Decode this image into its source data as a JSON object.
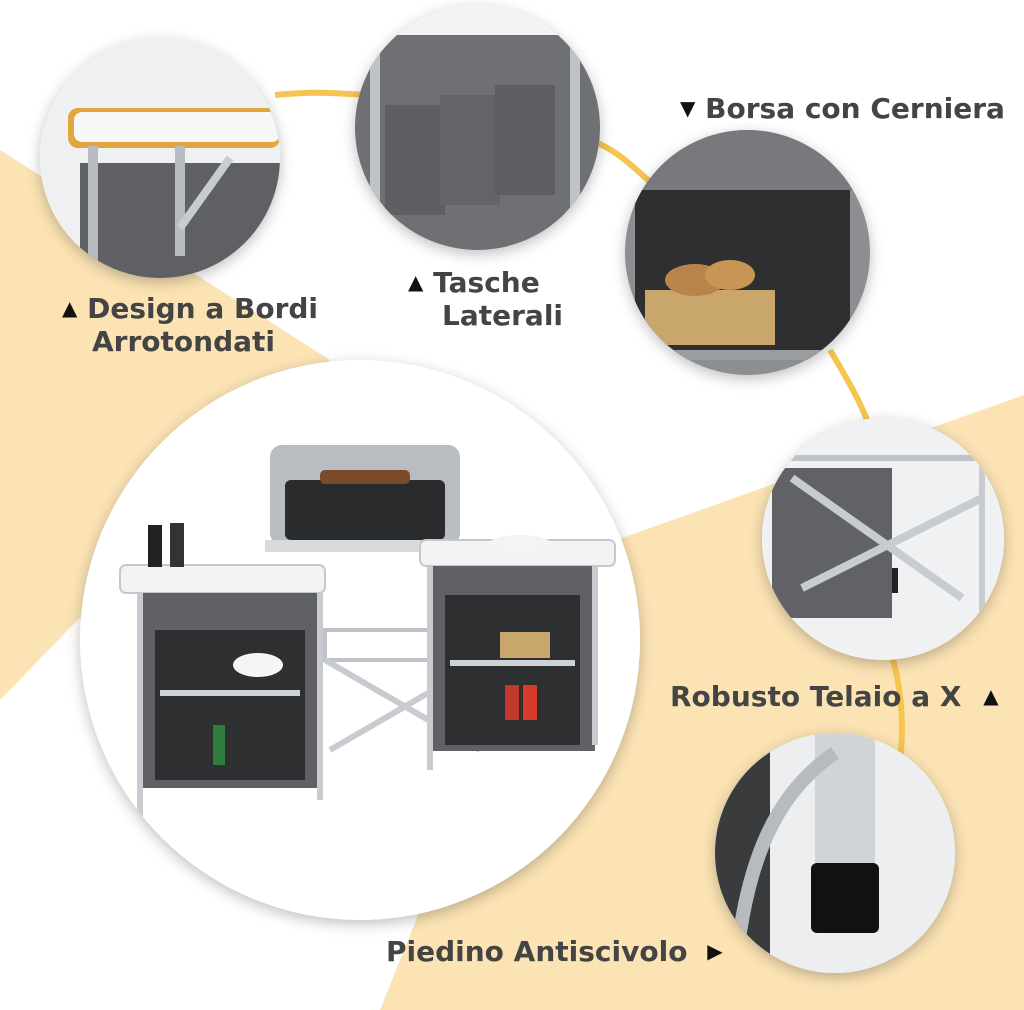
{
  "features": [
    {
      "id": "rounded-edges",
      "marker": "▲",
      "lines": [
        "Design a Bordi",
        "Arrotondati"
      ]
    },
    {
      "id": "side-pockets",
      "marker": "▲",
      "lines": [
        "Tasche",
        "Laterali"
      ]
    },
    {
      "id": "zipper-bag",
      "marker": "▼",
      "lines": [
        "Borsa con Cerniera"
      ]
    },
    {
      "id": "x-frame",
      "marker": "▲",
      "lines": [
        "Robusto Telaio a X"
      ]
    },
    {
      "id": "anti-slip-foot",
      "marker": "▶",
      "lines": [
        "Piedino Antiscivolo"
      ]
    }
  ],
  "colors": {
    "accent_yellow": "#f6c451",
    "background_peach": "#fbe3b4",
    "fabric_gray": "#6b6d70",
    "aluminum": "#c9cdd1",
    "label_text": "#444444"
  }
}
